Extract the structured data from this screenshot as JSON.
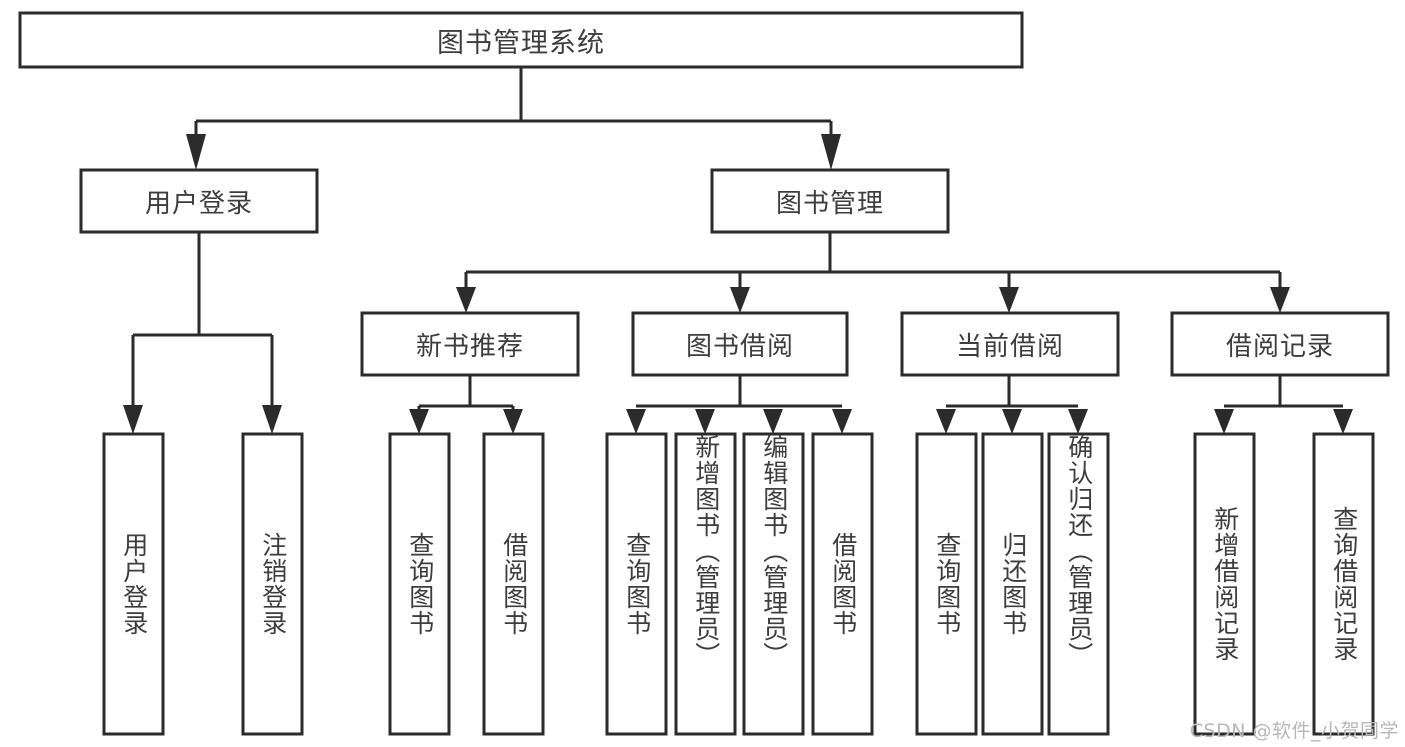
{
  "diagram": {
    "type": "tree-hierarchy",
    "title": "图书管理系统",
    "watermark": "CSDN @软件_小贺同学",
    "colors": {
      "background": "#ffffff",
      "box_stroke": "#2b2b2b",
      "box_fill": "#ffffff",
      "text": "#3d3d3d",
      "connector": "#2b2b2b",
      "watermark": "#b7b7b7"
    },
    "root": {
      "label": "图书管理系统"
    },
    "level2": [
      {
        "label": "用户登录"
      },
      {
        "label": "图书管理"
      }
    ],
    "level3": [
      {
        "label": "新书推荐"
      },
      {
        "label": "图书借阅"
      },
      {
        "label": "当前借阅"
      },
      {
        "label": "借阅记录"
      }
    ],
    "leaves": {
      "user_login": [
        {
          "label": "用户登录"
        },
        {
          "label": "注销登录"
        }
      ],
      "new_book_recommend": [
        {
          "label": "查询图书"
        },
        {
          "label": "借阅图书"
        }
      ],
      "book_borrow": [
        {
          "label": "查询图书"
        },
        {
          "label": "新增图书（管理员）"
        },
        {
          "label": "编辑图书（管理员）"
        },
        {
          "label": "借阅图书"
        }
      ],
      "current_borrow": [
        {
          "label": "查询图书"
        },
        {
          "label": "归还图书"
        },
        {
          "label": "确认归还（管理员）"
        }
      ],
      "borrow_record": [
        {
          "label": "新增借阅记录"
        },
        {
          "label": "查询借阅记录"
        }
      ]
    }
  }
}
